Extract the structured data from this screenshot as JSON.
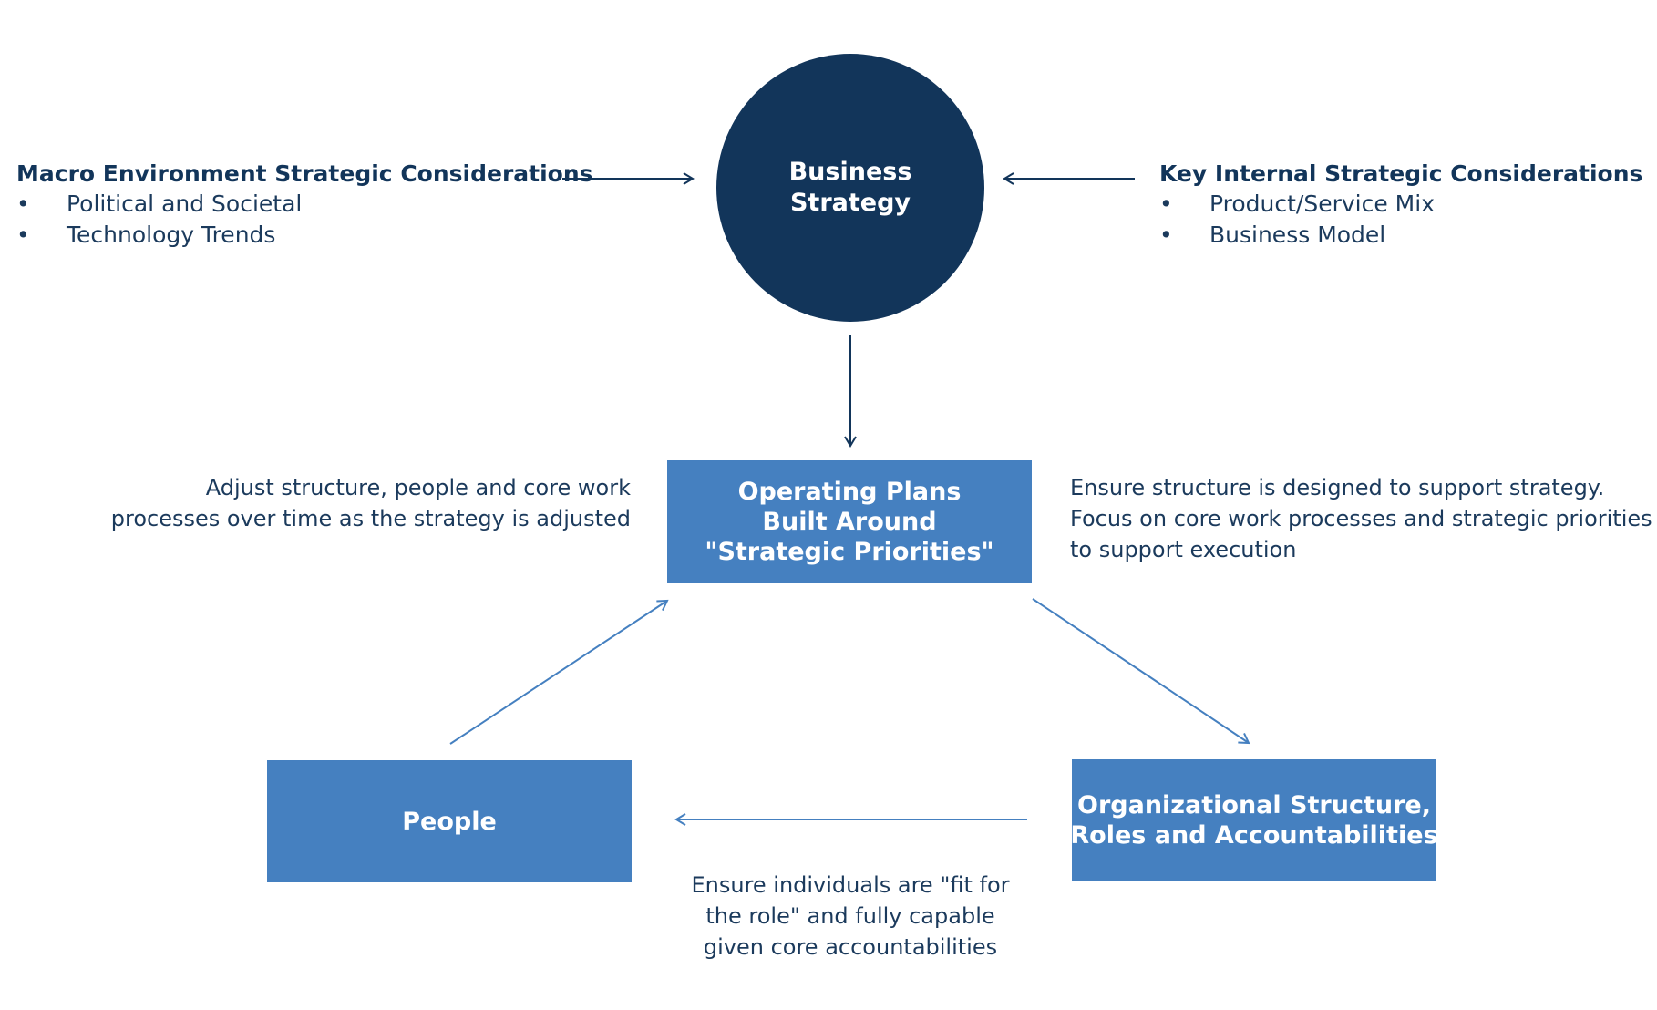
{
  "business_strategy": {
    "lines": [
      "Business",
      "Strategy"
    ]
  },
  "macro": {
    "title": "Macro Environment Strategic Considerations",
    "items": [
      "Political and Societal",
      "Technology Trends"
    ]
  },
  "internal": {
    "title": "Key Internal Strategic Considerations",
    "items": [
      "Product/Service Mix",
      "Business Model"
    ]
  },
  "operating_plans": {
    "lines": [
      "Operating Plans",
      "Built Around",
      "\"Strategic Priorities\""
    ]
  },
  "people": {
    "label": "People"
  },
  "org_structure": {
    "lines": [
      "Organizational Structure,",
      "Roles and Accountabilities"
    ]
  },
  "notes": {
    "adjust": [
      "Adjust structure, people and core work",
      "processes over time as the strategy is adjusted"
    ],
    "ensure_structure": [
      "Ensure structure is designed to support strategy.",
      "Focus on core work processes and strategic priorities",
      "to support execution"
    ],
    "ensure_individuals": [
      "Ensure individuals are \"fit for",
      "the role\" and fully capable",
      "given core accountabilities"
    ]
  },
  "bullet_symbol": "•",
  "colors": {
    "dark_navy": "#12355a",
    "box_blue": "#4580c0",
    "text": "#1b3a5c",
    "arrow_dark": "#12355a",
    "arrow_blue": "#4580c0"
  }
}
